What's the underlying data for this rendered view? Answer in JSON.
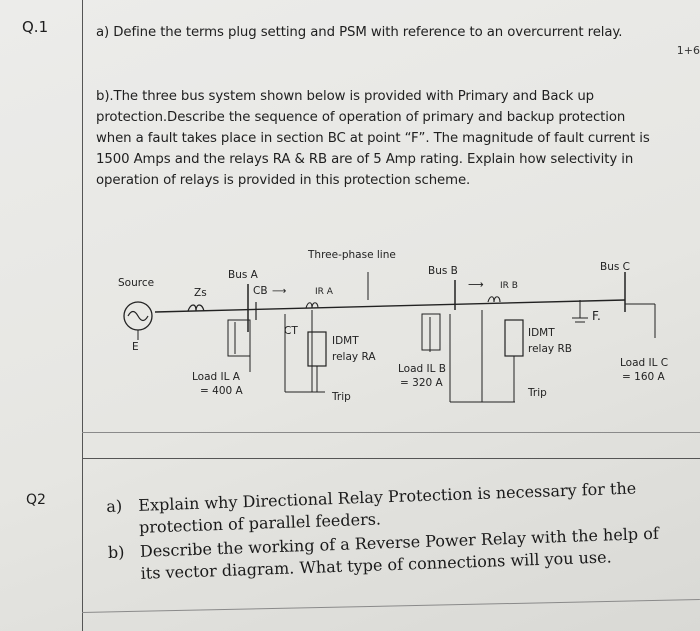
{
  "q1": {
    "number": "Q.1",
    "marks": "1+6",
    "part_a": "a) Define the terms plug setting and PSM with reference to an overcurrent relay.",
    "part_b": "b).The three bus system shown below is provided with Primary and Back up protection.Describe the sequence of operation of primary and backup protection when a fault takes place in section BC at point “F”. The magnitude of fault current is 1500 Amps and the relays RA & RB are of 5 Amp rating. Explain how selectivity in operation of relays is provided in this protection scheme."
  },
  "diagram": {
    "three_phase_line": "Three-phase line",
    "source": "Source",
    "zs": "Zs",
    "e": "E",
    "bus_a": "Bus A",
    "bus_b": "Bus B",
    "bus_c": "Bus C",
    "cb": "CB",
    "ct": "CT",
    "ira": "IR A",
    "irb": "IR B",
    "fault": "F.",
    "idmt_a_1": "IDMT",
    "idmt_a_2": "relay RA",
    "idmt_b_1": "IDMT",
    "idmt_b_2": "relay RB",
    "trip_a": "Trip",
    "trip_b": "Trip",
    "load_a_1": "Load IL A",
    "load_a_2": "= 400 A",
    "load_b_1": "Load IL B",
    "load_b_2": "= 320 A",
    "load_c_1": "Load IL C",
    "load_c_2": "= 160 A"
  },
  "q2": {
    "number": "Q2",
    "a_label": "a)",
    "a_text": "Explain why Directional Relay Protection is necessary for the protection of parallel feeders.",
    "b_label": "b)",
    "b_text": "Describe the working of a Reverse Power Relay with the help of its vector diagram. What type of connections will you use."
  }
}
